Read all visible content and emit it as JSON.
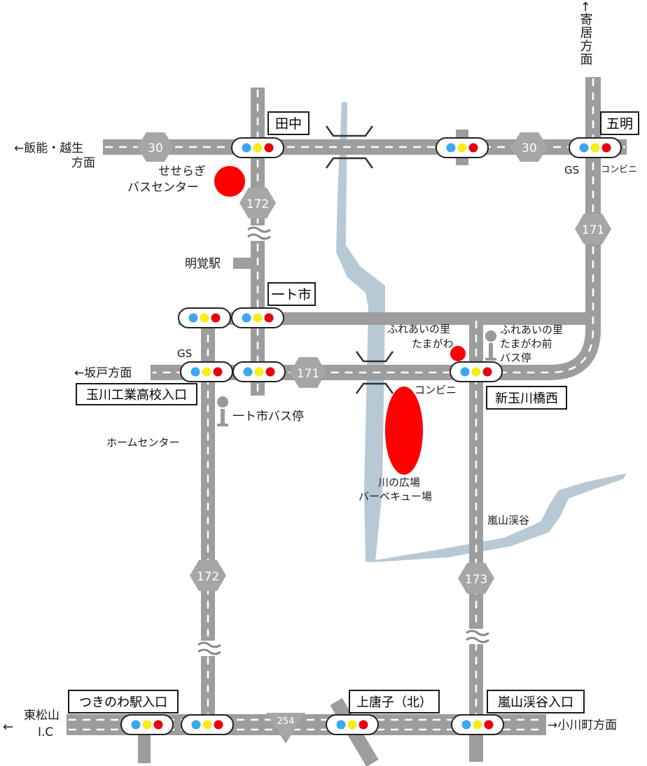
{
  "directions": {
    "hanno_ogose": [
      "←飯能・越生",
      "方面"
    ],
    "yorii": "←寄居方面",
    "sakado": "←坂戸方面",
    "higashimatsuyama_arrow": "←",
    "higashimatsuyama": [
      "東松山",
      "I.C"
    ],
    "ogawamachi": "→小川町方面"
  },
  "intersections": {
    "tanaka": "田中",
    "gomyo": "五明",
    "ichitoichi": "一ト市",
    "tamagawa_koko": "玉川工業高校入口",
    "shin_tamagawa": "新玉川橋西",
    "tsukinowa": "つきのわ駅入口",
    "kamikarako": "上唐子（北）",
    "ranzan_keikoku": "嵐山渓谷入口"
  },
  "routes": {
    "r30_a": "30",
    "r30_b": "30",
    "r172_a": "172",
    "r172_b": "172",
    "r171_a": "171",
    "r171_b": "171",
    "r173": "173",
    "r254": "254"
  },
  "places": {
    "seseragi": [
      "せせらぎ",
      "バスセンター"
    ],
    "myokaku": "明覚駅",
    "gs_north": "GS",
    "konbini_north": "コンビニ",
    "gs_west": "GS",
    "fureai": [
      "ふれあいの里",
      "たまがわ"
    ],
    "fureai_bus": [
      "ふれあいの里",
      "たまがわ前",
      "バス停"
    ],
    "konbini_center": "コンビニ",
    "ichitoichi_bus": "一ト市バス停",
    "home_center": "ホームセンター",
    "kawa_hiroba": [
      "川の広場",
      "バーベキュー場"
    ],
    "ranzan": "嵐山渓谷"
  },
  "colors": {
    "road": "#9d9d9d",
    "river": "#b8c9d6",
    "route_shield": "#a6a6a6",
    "signal_blue": "#3aa8ec",
    "signal_yellow": "#f7ee17",
    "signal_red": "#e60012",
    "landmark_red": "#ff0000",
    "bus_stop": "#999999"
  }
}
